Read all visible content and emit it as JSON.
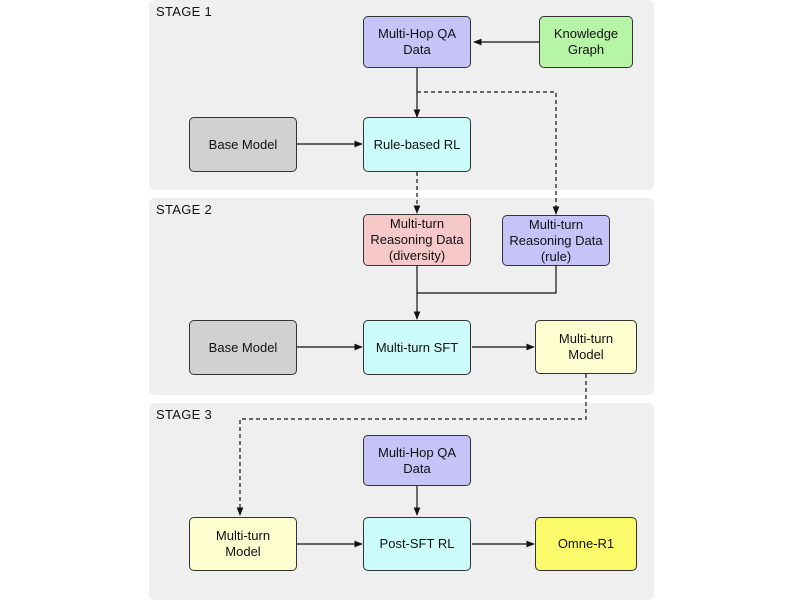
{
  "stages": [
    {
      "label": "STAGE 1"
    },
    {
      "label": "STAGE 2"
    },
    {
      "label": "STAGE 3"
    }
  ],
  "nodes": {
    "s1_multihop_qa": {
      "label": "Multi-Hop QA\nData",
      "color": "#c5c3f7"
    },
    "s1_knowledge_graph": {
      "label": "Knowledge\nGraph",
      "color": "#b7f5a6"
    },
    "s1_base_model": {
      "label": "Base Model",
      "color": "#d1d1d1"
    },
    "s1_rule_rl": {
      "label": "Rule-based RL",
      "color": "#ccfbfb"
    },
    "s2_reasoning_diversity": {
      "label": "Multi-turn\nReasoning Data\n(diversity)",
      "color": "#f7c8c8"
    },
    "s2_reasoning_rule": {
      "label": "Multi-turn\nReasoning Data\n(rule)",
      "color": "#c5c3f7"
    },
    "s2_base_model": {
      "label": "Base Model",
      "color": "#d1d1d1"
    },
    "s2_multiturn_sft": {
      "label": "Multi-turn SFT",
      "color": "#ccfbfb"
    },
    "s2_multiturn_model": {
      "label": "Multi-turn\nModel",
      "color": "#fdfdd0"
    },
    "s3_multiturn_model": {
      "label": "Multi-turn\nModel",
      "color": "#fdfdd0"
    },
    "s3_multihop_qa": {
      "label": "Multi-Hop QA\nData",
      "color": "#c5c3f7"
    },
    "s3_post_sft_rl": {
      "label": "Post-SFT RL",
      "color": "#ccfbfb"
    },
    "s3_omne_r1": {
      "label": "Omne-R1",
      "color": "#fafa6a"
    }
  }
}
